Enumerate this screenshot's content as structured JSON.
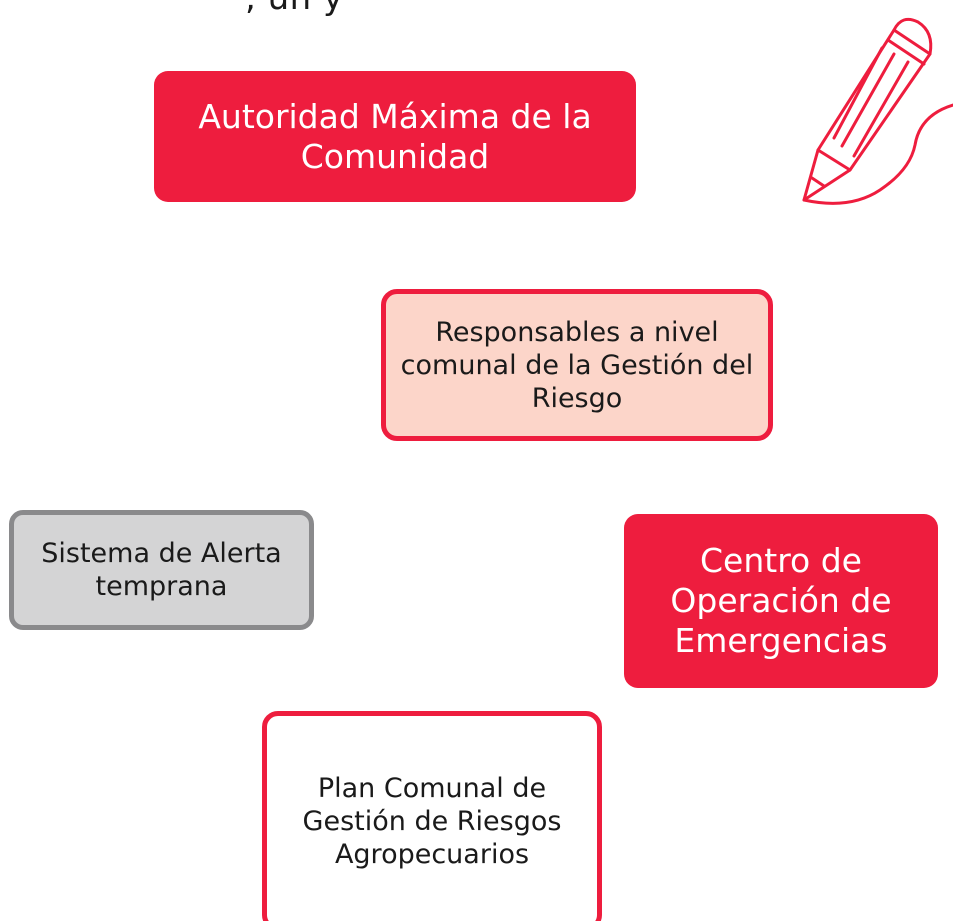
{
  "header": {
    "clipped_text": ", un y"
  },
  "nodes": {
    "autoridad": "Autoridad Máxima de la\nComunidad",
    "responsables": "Responsables a nivel\ncomunal de la Gestión del\nRiesgo",
    "sistema_alerta": "Sistema de Alerta\ntemprana",
    "centro_operacion": "Centro de\nOperación de\nEmergencias",
    "plan_comunal": "Plan Comunal de\nGestión de Riesgos\nAgropecuarios"
  },
  "icons": {
    "pencil": "pencil-icon"
  },
  "colors": {
    "red": "#ee1d3e",
    "salmon": "#fcd5c9",
    "gray_fill": "#d4d4d5",
    "gray_border": "#8a8a8c",
    "text_dark": "#1a1a1a"
  }
}
